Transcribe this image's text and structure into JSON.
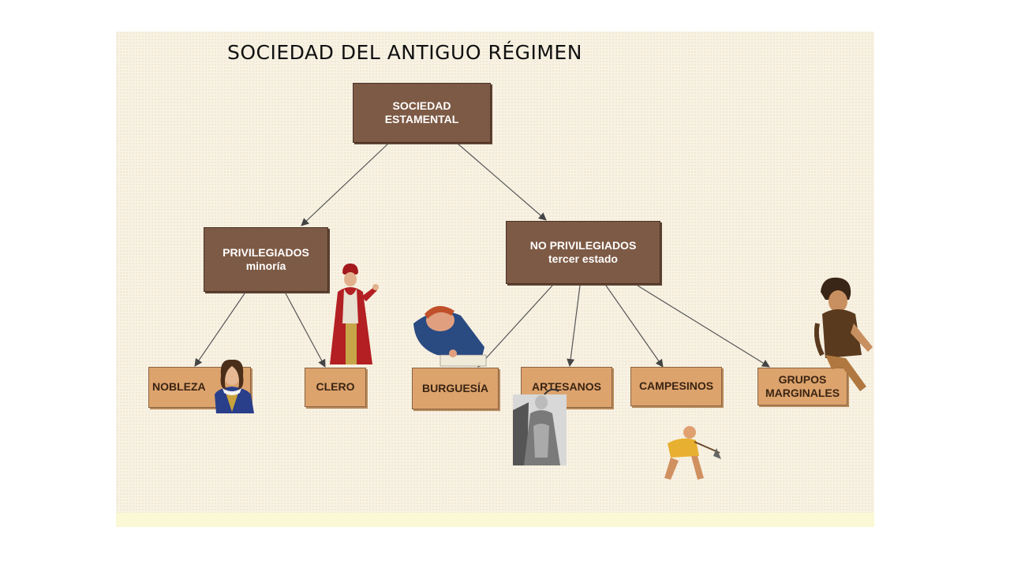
{
  "title": "SOCIEDAD DEL ANTIGUO RÉGIMEN",
  "nodes": {
    "root": {
      "line1": "SOCIEDAD",
      "line2": "ESTAMENTAL"
    },
    "privilegiados": {
      "line1": "PRIVILEGIADOS",
      "line2": "minoría"
    },
    "no_privilegiados": {
      "line1": "NO PRIVILEGIADOS",
      "line2": "tercer estado"
    },
    "nobleza": {
      "label": "NOBLEZA"
    },
    "clero": {
      "label": "CLERO"
    },
    "burguesia": {
      "label": "BURGUESÍA"
    },
    "artesanos": {
      "label": "ARTESANOS"
    },
    "campesinos": {
      "label": "CAMPESINOS"
    },
    "grupos_marginales": {
      "line1": "GRUPOS",
      "line2": "MARGINALES"
    }
  },
  "colors": {
    "dark_box": "#7d5a45",
    "light_box": "#dda36d",
    "background": "#f8f2e4"
  },
  "illustrations": [
    "nobleman-figure",
    "cardinal-figure",
    "merchant-figure",
    "artisan-figure",
    "peasant-figure",
    "beggar-boy-figure"
  ]
}
